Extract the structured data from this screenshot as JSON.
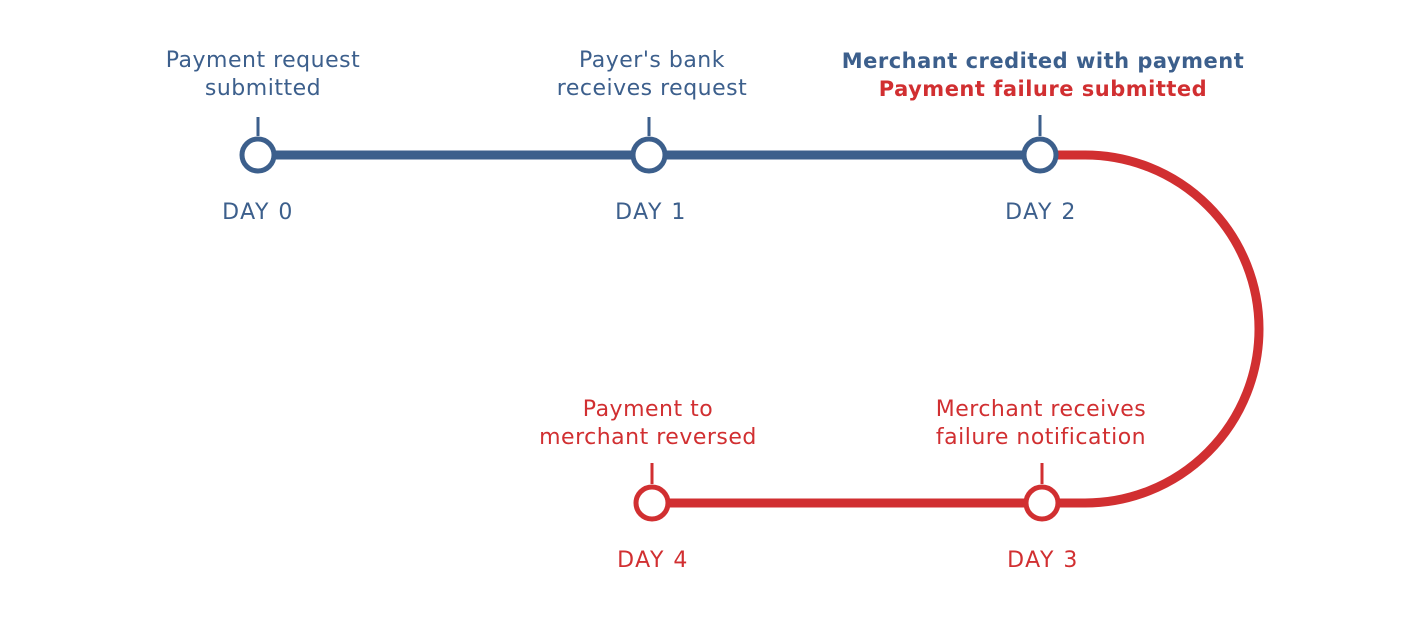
{
  "colors": {
    "blue": "#3c5f8c",
    "red": "#d12f31"
  },
  "events": [
    {
      "day_label": "DAY 0",
      "lines": [
        "Payment request",
        "submitted"
      ]
    },
    {
      "day_label": "DAY 1",
      "lines": [
        "Payer's bank",
        "receives request"
      ]
    },
    {
      "day_label": "DAY 2",
      "lines": [
        "Merchant credited with payment",
        "Payment failure submitted"
      ]
    },
    {
      "day_label": "DAY 3",
      "lines": [
        "Merchant receives",
        "failure notification"
      ]
    },
    {
      "day_label": "DAY 4",
      "lines": [
        "Payment to",
        "merchant reversed"
      ]
    }
  ]
}
